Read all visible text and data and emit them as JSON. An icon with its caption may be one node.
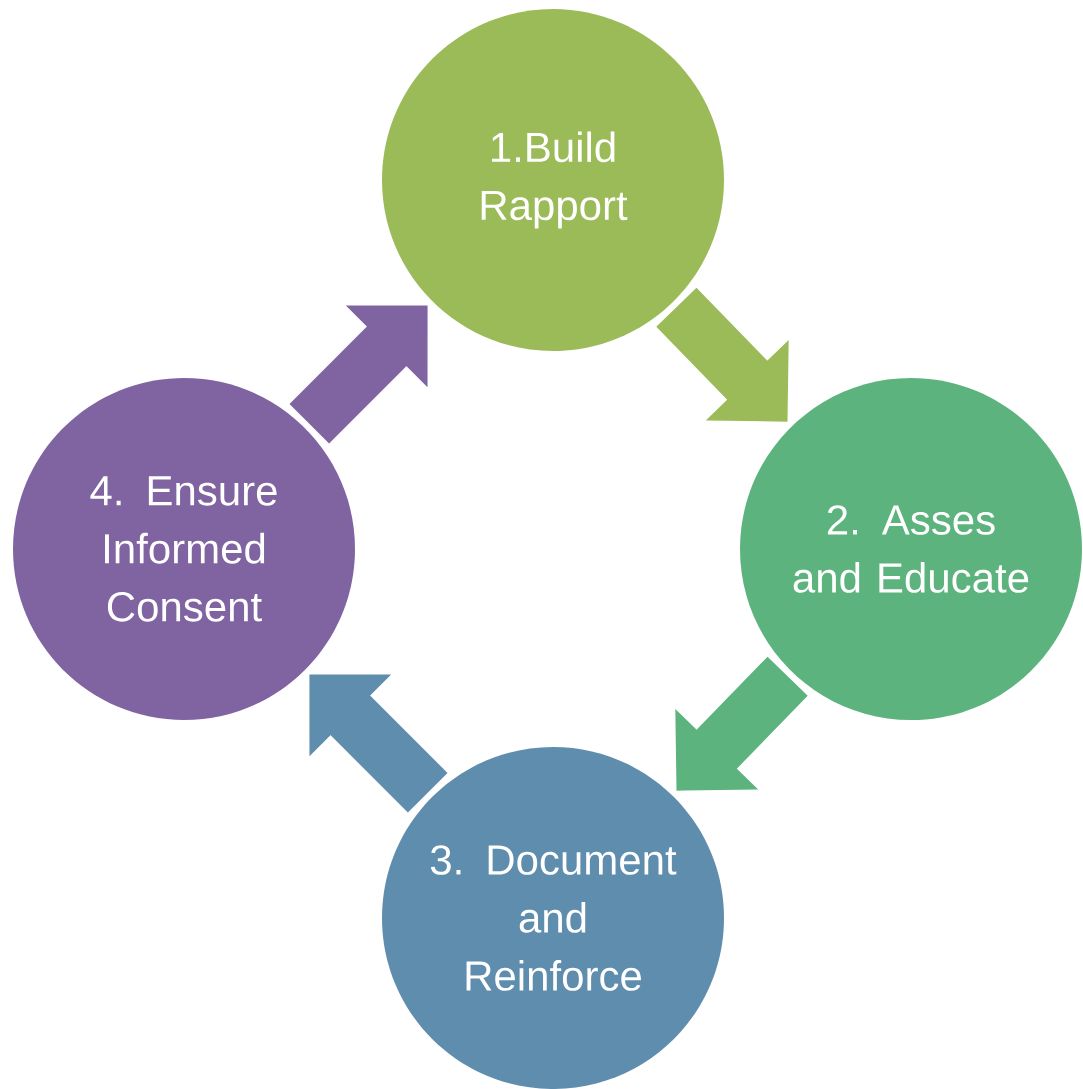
{
  "diagram": {
    "nodes": [
      {
        "text": [
          "1.Build Rapport"
        ]
      },
      {
        "text": [
          "2. Asses and Educate"
        ]
      },
      {
        "text": [
          "3. Document and Reinforce"
        ]
      },
      {
        "text": [
          "4. Ensure Informed Consent"
        ]
      }
    ],
    "edges": [
      {
        "from": 0,
        "to": 1,
        "arrow": "to",
        "color": "#9bbb59"
      },
      {
        "from": 1,
        "to": 2,
        "arrow": "to",
        "color": "#5db37e"
      },
      {
        "from": 2,
        "to": 3,
        "arrow": "to",
        "color": "#5f8dad"
      },
      {
        "from": 3,
        "to": 0,
        "arrow": "to",
        "color": "#8064a2"
      }
    ]
  }
}
